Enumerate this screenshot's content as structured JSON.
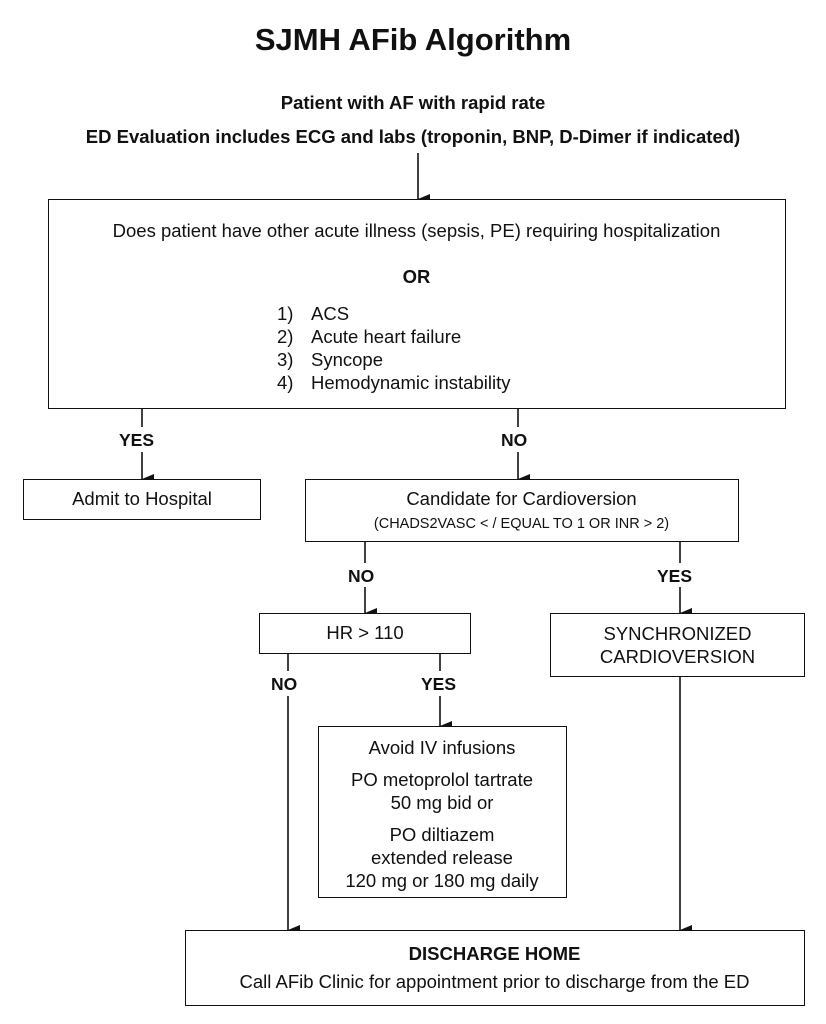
{
  "title": "SJMH AFib Algorithm",
  "subtitle_1": "Patient with AF with rapid rate",
  "subtitle_2": "ED Evaluation includes ECG and labs (troponin, BNP, D-Dimer if indicated)",
  "question_box": {
    "question": "Does patient have other acute illness (sepsis, PE) requiring hospitalization",
    "or_label": "OR",
    "items": [
      {
        "num": "1)",
        "text": "ACS"
      },
      {
        "num": "2)",
        "text": "Acute heart failure"
      },
      {
        "num": "3)",
        "text": "Syncope"
      },
      {
        "num": "4)",
        "text": "Hemodynamic instability"
      }
    ]
  },
  "labels": {
    "yes_1": "YES",
    "no_1": "NO",
    "no_2": "NO",
    "yes_2": "YES",
    "no_3": "NO",
    "yes_3": "YES"
  },
  "admit_box": "Admit to Hospital",
  "cardioversion_candidate": {
    "title": "Candidate for Cardioversion",
    "criteria": "(CHADS2VASC < / EQUAL TO 1 OR INR > 2)"
  },
  "hr_box": "HR > 110",
  "sync_box": {
    "line1": "SYNCHRONIZED",
    "line2": "CARDIOVERSION"
  },
  "meds_box": {
    "line1": "Avoid IV infusions",
    "line2": "PO metoprolol tartrate",
    "line3": "50 mg bid or",
    "line4": "PO diltiazem",
    "line5": "extended release",
    "line6": "120 mg or 180 mg daily"
  },
  "discharge_box": {
    "title": "DISCHARGE HOME",
    "note": "Call AFib Clinic for appointment prior to discharge from the ED"
  }
}
